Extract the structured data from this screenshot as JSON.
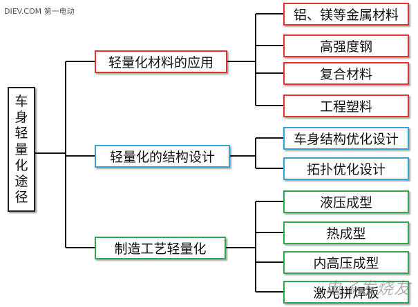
{
  "watermark_top": "DIEV.COM 第一电动",
  "root": {
    "chars": [
      "车",
      "身",
      "轻",
      "量",
      "化",
      "途",
      "径"
    ]
  },
  "branches": [
    {
      "label": "轻量化材料的应用",
      "color": "#e8322e",
      "children": [
        "铝、镁等金属材料",
        "高强度钢",
        "复合材料",
        "工程塑料"
      ]
    },
    {
      "label": "轻量化的结构设计",
      "color": "#35a3d8",
      "children": [
        "车身结构优化设计",
        "拓扑优化设计"
      ]
    },
    {
      "label": "制造工艺轻量化",
      "color": "#2da84a",
      "children": [
        "液压成型",
        "热成型",
        "内高压成型",
        "激光拼焊板"
      ]
    }
  ],
  "watermark_bottom": "电子发烧友"
}
